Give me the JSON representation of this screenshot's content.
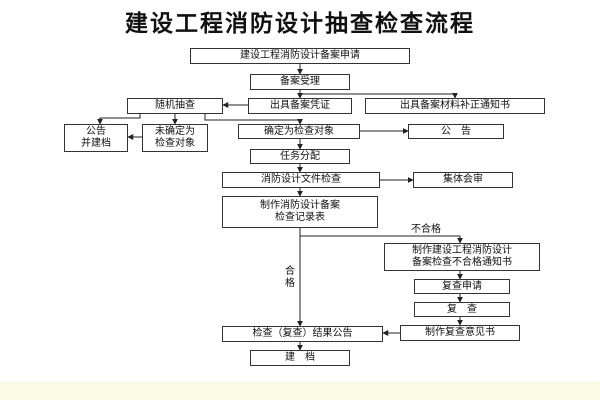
{
  "title": "建设工程消防设计抽查检查流程",
  "nodes": {
    "apply": "建设工程消防设计备案申请",
    "accept": "备案受理",
    "random": "随机抽查",
    "voucher": "出具备案凭证",
    "supplement": "出具备案材料补正通知书",
    "announce_archive": "公告\n并建档",
    "not_selected": "未确定为\n检查对象",
    "selected": "确定为检查对象",
    "announce": "公　告",
    "task": "任务分配",
    "doc_check": "消防设计文件检查",
    "meeting": "集体会审",
    "record": "制作消防设计备案\n检查记录表",
    "fail_notice": "制作建设工程消防设计\n备案检查不合格通知书",
    "recheck_apply": "复查申请",
    "recheck": "复　查",
    "recheck_opinion": "制作复查意见书",
    "result_announce": "检查（复查）结果公告",
    "archive": "建　档"
  },
  "labels": {
    "fail": "不合格",
    "pass": "合\n格"
  }
}
